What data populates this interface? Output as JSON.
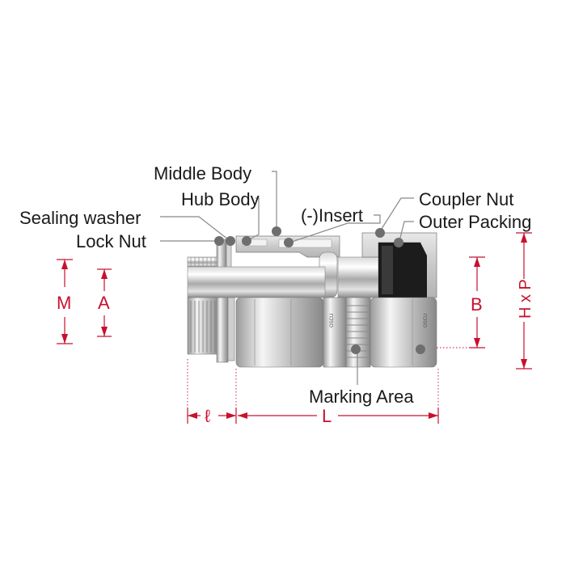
{
  "labels": {
    "middle_body": "Middle Body",
    "hub_body": "Hub Body",
    "sealing_washer": "Sealing washer",
    "lock_nut": "Lock Nut",
    "insert": "(-)Insert",
    "coupler_nut": "Coupler Nut",
    "outer_packing": "Outer Packing",
    "marking_area": "Marking Area"
  },
  "dimensions": {
    "M": "M",
    "A": "A",
    "B": "B",
    "HxP": "H x P",
    "l": "ℓ",
    "L": "L"
  },
  "marking_text": "OSCU",
  "colors": {
    "dimension": "#c8102e",
    "leader": "#888888",
    "dot": "#6e6e6e",
    "packing": "#1c1c1c"
  }
}
